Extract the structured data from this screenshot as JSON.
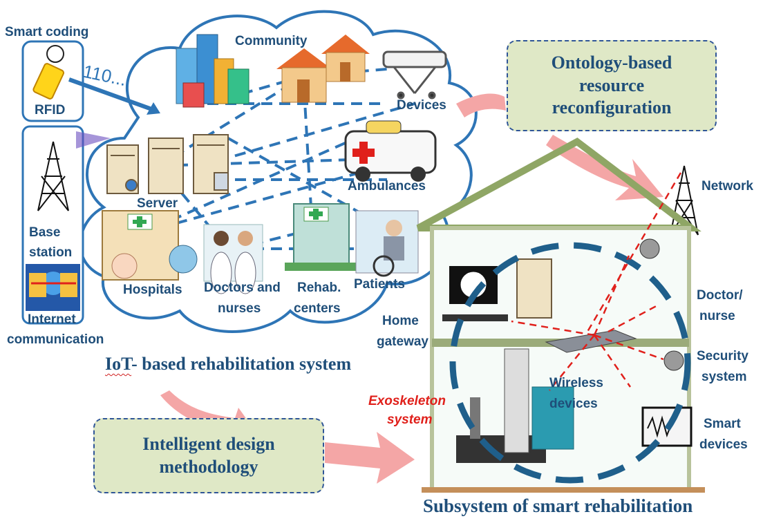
{
  "labels": {
    "smart_coding": "Smart coding",
    "rfid": "RFID",
    "code": "110...",
    "community": "Community",
    "devices": "Devices",
    "server": "Server",
    "ambulances": "Ambulances",
    "hospitals": "Hospitals",
    "doctors_nurses_line1": "Doctors and",
    "doctors_nurses_line2": "nurses",
    "rehab_line1": "Rehab.",
    "rehab_line2": "centers",
    "patients": "Patients",
    "base_station_line1": "Base",
    "base_station_line2": "station",
    "internet_line1": "Internet",
    "internet_line2": "communication",
    "network": "Network",
    "doctor_nurse_line1": "Doctor/",
    "doctor_nurse_line2": "nurse",
    "home_gateway_line1": "Home",
    "home_gateway_line2": "gateway",
    "security_line1": "Security",
    "security_line2": "system",
    "wireless_line1": "Wireless",
    "wireless_line2": "devices",
    "smart_devices_line1": "Smart",
    "smart_devices_line2": "devices",
    "exoskeleton_line1": "Exoskeleton",
    "exoskeleton_line2": "system"
  },
  "titles": {
    "iot_prefix": "IoT",
    "iot_rest": "- based rehabilitation system",
    "subsystem": "Subsystem of smart rehabilitation"
  },
  "boxes": {
    "ontology_line1": "Ontology-based",
    "ontology_line2": "resource",
    "ontology_line3": "reconfiguration",
    "design_line1": "Intelligent design",
    "design_line2": "methodology"
  },
  "colors": {
    "text_blue": "#1f4e79",
    "link_blue": "#2e75b6",
    "box_fill": "#dfe8c6",
    "arrow_pink": "#f4a6a6",
    "red": "#e0201b"
  }
}
